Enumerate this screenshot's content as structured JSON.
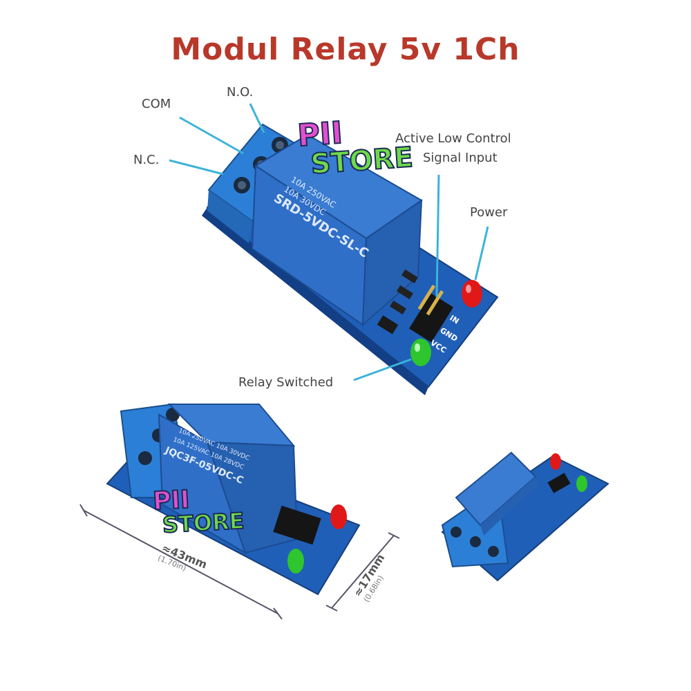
{
  "title": "Modul Relay 5v 1Ch",
  "callouts": {
    "com": "COM",
    "no": "N.O.",
    "nc": "N.C.",
    "active_low_1": "Active Low Control",
    "active_low_2": "Signal Input",
    "power": "Power",
    "relay_switched": "Relay Switched"
  },
  "watermark": {
    "line1": "PII",
    "line2": "STORE"
  },
  "dimensions": {
    "length": "≈43mm",
    "length_in": "(1.70in)",
    "width": "≈17mm",
    "width_in": "(0.68in)"
  },
  "relay_top": {
    "line1": "10A 250VAC",
    "line2": "10A 30VDC",
    "model": "SRD-5VDC-SL-C"
  },
  "relay_bottom": {
    "line1": "10A 250VAC  10A 30VDC",
    "line2": "10A 125VAC  10A 28VDC",
    "model": "JQC3F-05VDC-C"
  },
  "pins": {
    "in": "IN",
    "gnd": "GND",
    "vcc": "VCC"
  },
  "colors": {
    "title": "#b8382a",
    "pcb": "#1f5fb8",
    "relay": "#2f6fc8",
    "terminal": "#2c7fd6",
    "callout_line": "#3bb3d8",
    "led_red": "#e01818",
    "led_green": "#2ec52e"
  }
}
